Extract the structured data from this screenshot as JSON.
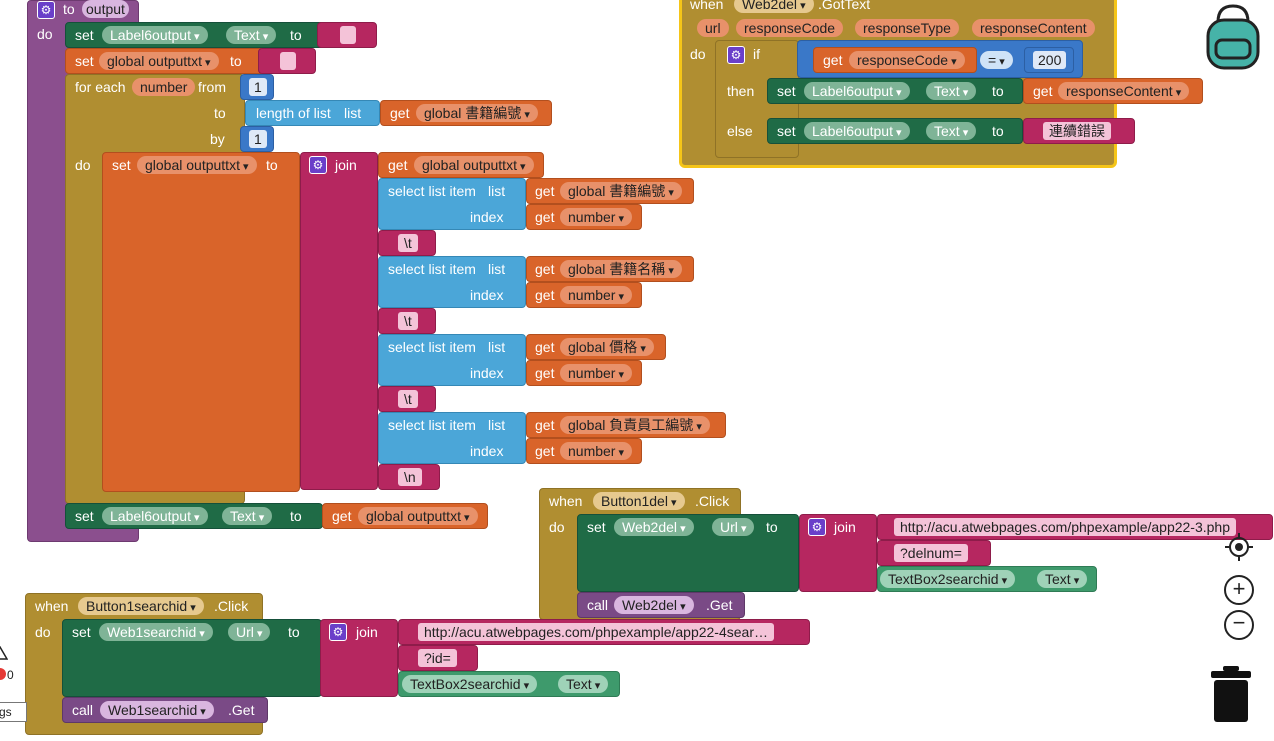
{
  "proc_output": {
    "name": "output",
    "set_label6_text_str": " ",
    "set_global_outputtxt_str": " ",
    "foreach_var": "number",
    "list_name": "global 書籍編號",
    "items": [
      {
        "list": "global 書籍編號",
        "index": "number"
      },
      {
        "list": "global 書籍名稱",
        "index": "number"
      },
      {
        "list": "global 價格",
        "index": "number"
      },
      {
        "list": "global 負責員工編號",
        "index": "number"
      }
    ],
    "tab": "\\t",
    "newline": "\\n",
    "from": "1",
    "by": "1"
  },
  "web2del_gottext": {
    "component": "Web2del",
    "event": ".GotText",
    "params": [
      "url",
      "responseCode",
      "responseType",
      "responseContent"
    ],
    "cond_var": "responseCode",
    "op": "=",
    "value": "200",
    "then_get": "responseContent",
    "else_str": "連續錯誤"
  },
  "button1del": {
    "component": "Button1del",
    "event": ".Click",
    "url_str": "http://acu.atwebpages.com/phpexample/app22-3.php",
    "param_str": "?delnum=",
    "textbox": "TextBox2searchid",
    "prop_text": "Text",
    "web": "Web2del",
    "get": ".Get"
  },
  "button1search": {
    "component": "Button1searchid",
    "event": ".Click",
    "url_str": "http://acu.atwebpages.com/phpexample/app22-4sear…",
    "param_str": "?id=",
    "textbox": "TextBox2searchid",
    "prop_text": "Text",
    "web": "Web1searchid",
    "get": ".Get"
  },
  "labels": {
    "to": "to",
    "do": "do",
    "set": "set",
    "for_each": "for each",
    "from": "from",
    "length_of_list": "length of list",
    "list": "list",
    "by": "by",
    "join": "join",
    "select_list_item": "select list item",
    "index": "index",
    "get": "get",
    "when": "when",
    "if": "if",
    "then": "then",
    "else": "else",
    "call": "call",
    "label6output": "Label6output",
    "text": "Text",
    "global_outputtxt": "global outputtxt",
    "url": "Url",
    "web1searchid": "Web1searchid",
    "warnings_count": "0",
    "warnings_partial": "gs"
  }
}
